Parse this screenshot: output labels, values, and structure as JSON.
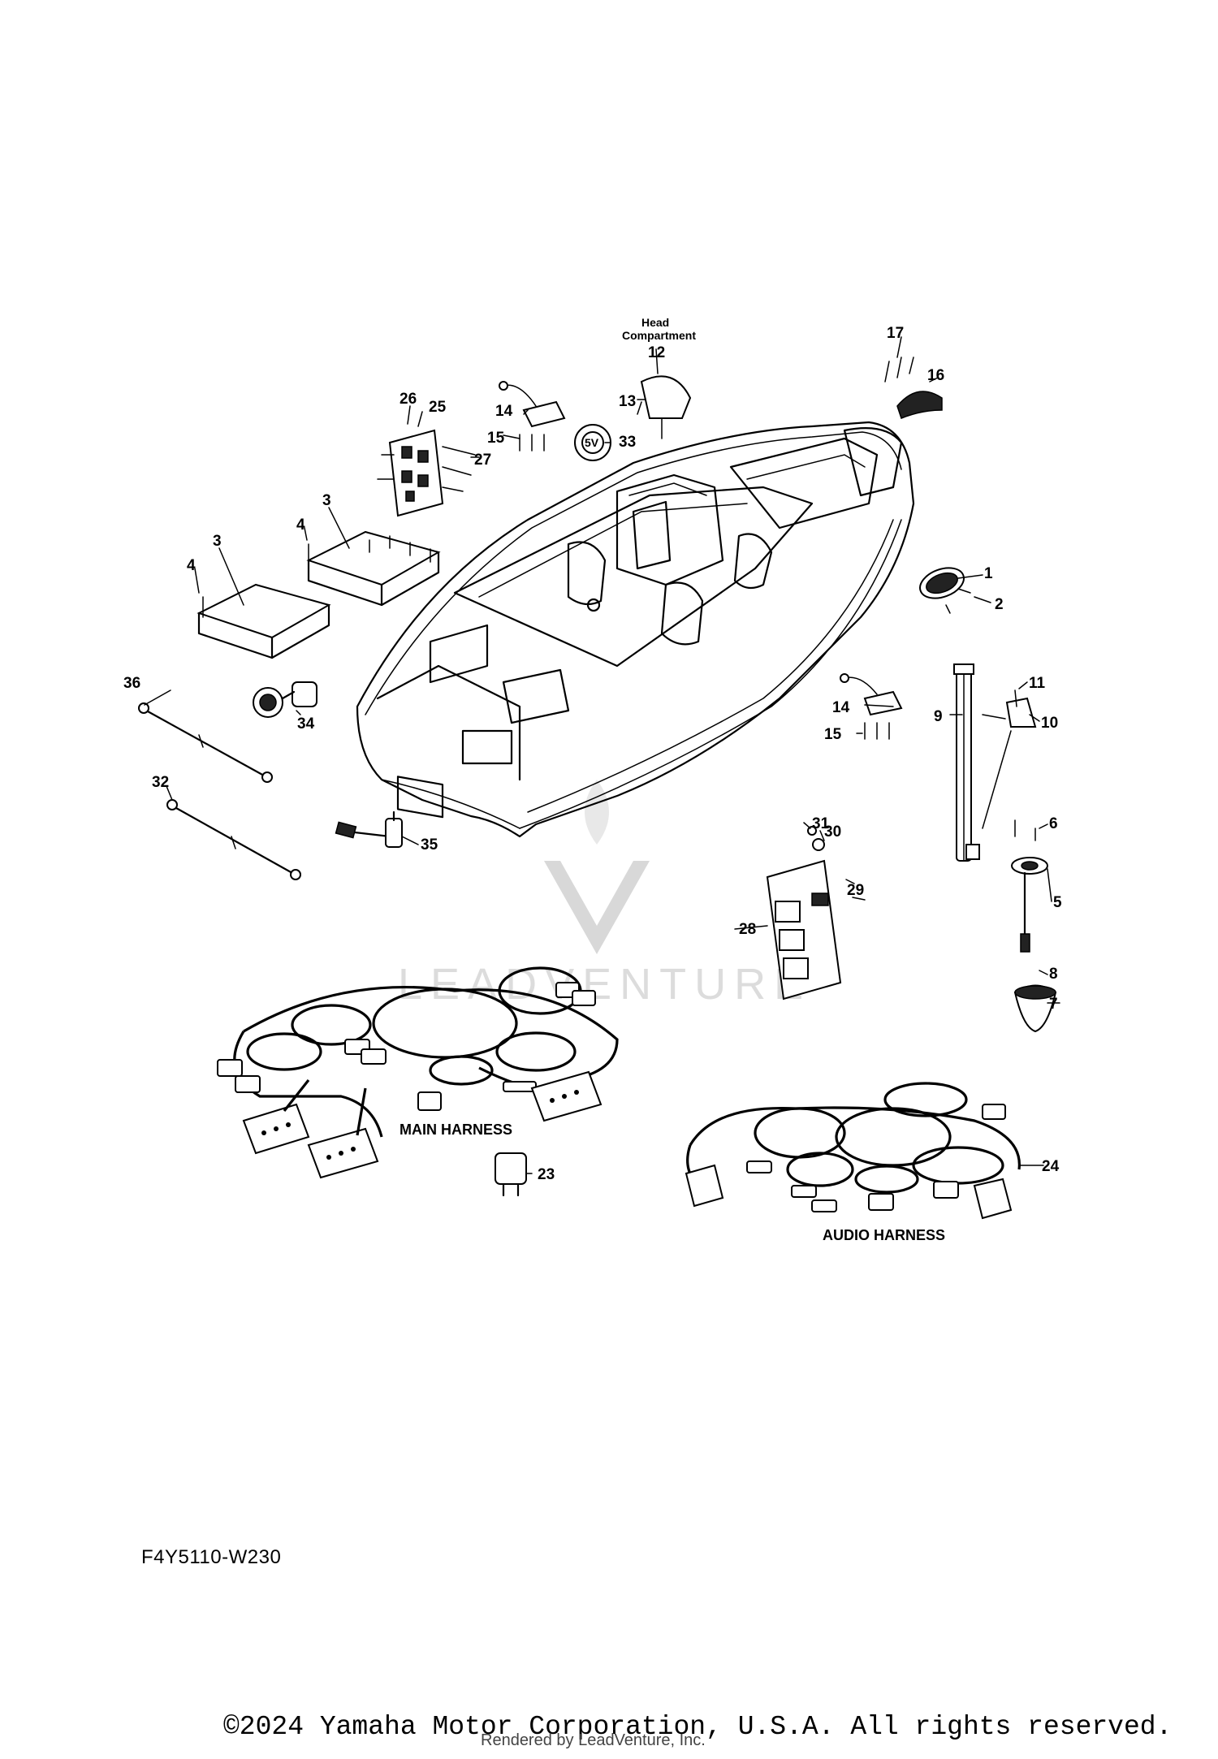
{
  "diagram": {
    "callouts": {
      "c1": "1",
      "c2": "2",
      "c3a": "3",
      "c3b": "3",
      "c4a": "4",
      "c4b": "4",
      "c5": "5",
      "c6": "6",
      "c7": "7",
      "c8": "8",
      "c9": "9",
      "c10": "10",
      "c11": "11",
      "c12": "12",
      "c13": "13",
      "c14a": "14",
      "c14b": "14",
      "c15a": "15",
      "c15b": "15",
      "c16": "16",
      "c17": "17",
      "c23": "23",
      "c24": "24",
      "c25": "25",
      "c26": "26",
      "c27": "27",
      "c28": "28",
      "c29": "29",
      "c30": "30",
      "c31": "31",
      "c32": "32",
      "c33": "33",
      "c34": "34",
      "c35": "35",
      "c36": "36"
    },
    "head_compartment_line1": "Head",
    "head_compartment_line2": "Compartment",
    "main_harness_label": "MAIN HARNESS",
    "audio_harness_label": "AUDIO HARNESS",
    "socket_label": "5V",
    "watermark_text": "LEADVENTURE"
  },
  "footer": {
    "diagram_code": "F4Y5110-W230",
    "copyright": "©2024 Yamaha Motor Corporation, U.S.A. All rights reserved.",
    "rendered_by": "Rendered by LeadVenture, Inc."
  }
}
